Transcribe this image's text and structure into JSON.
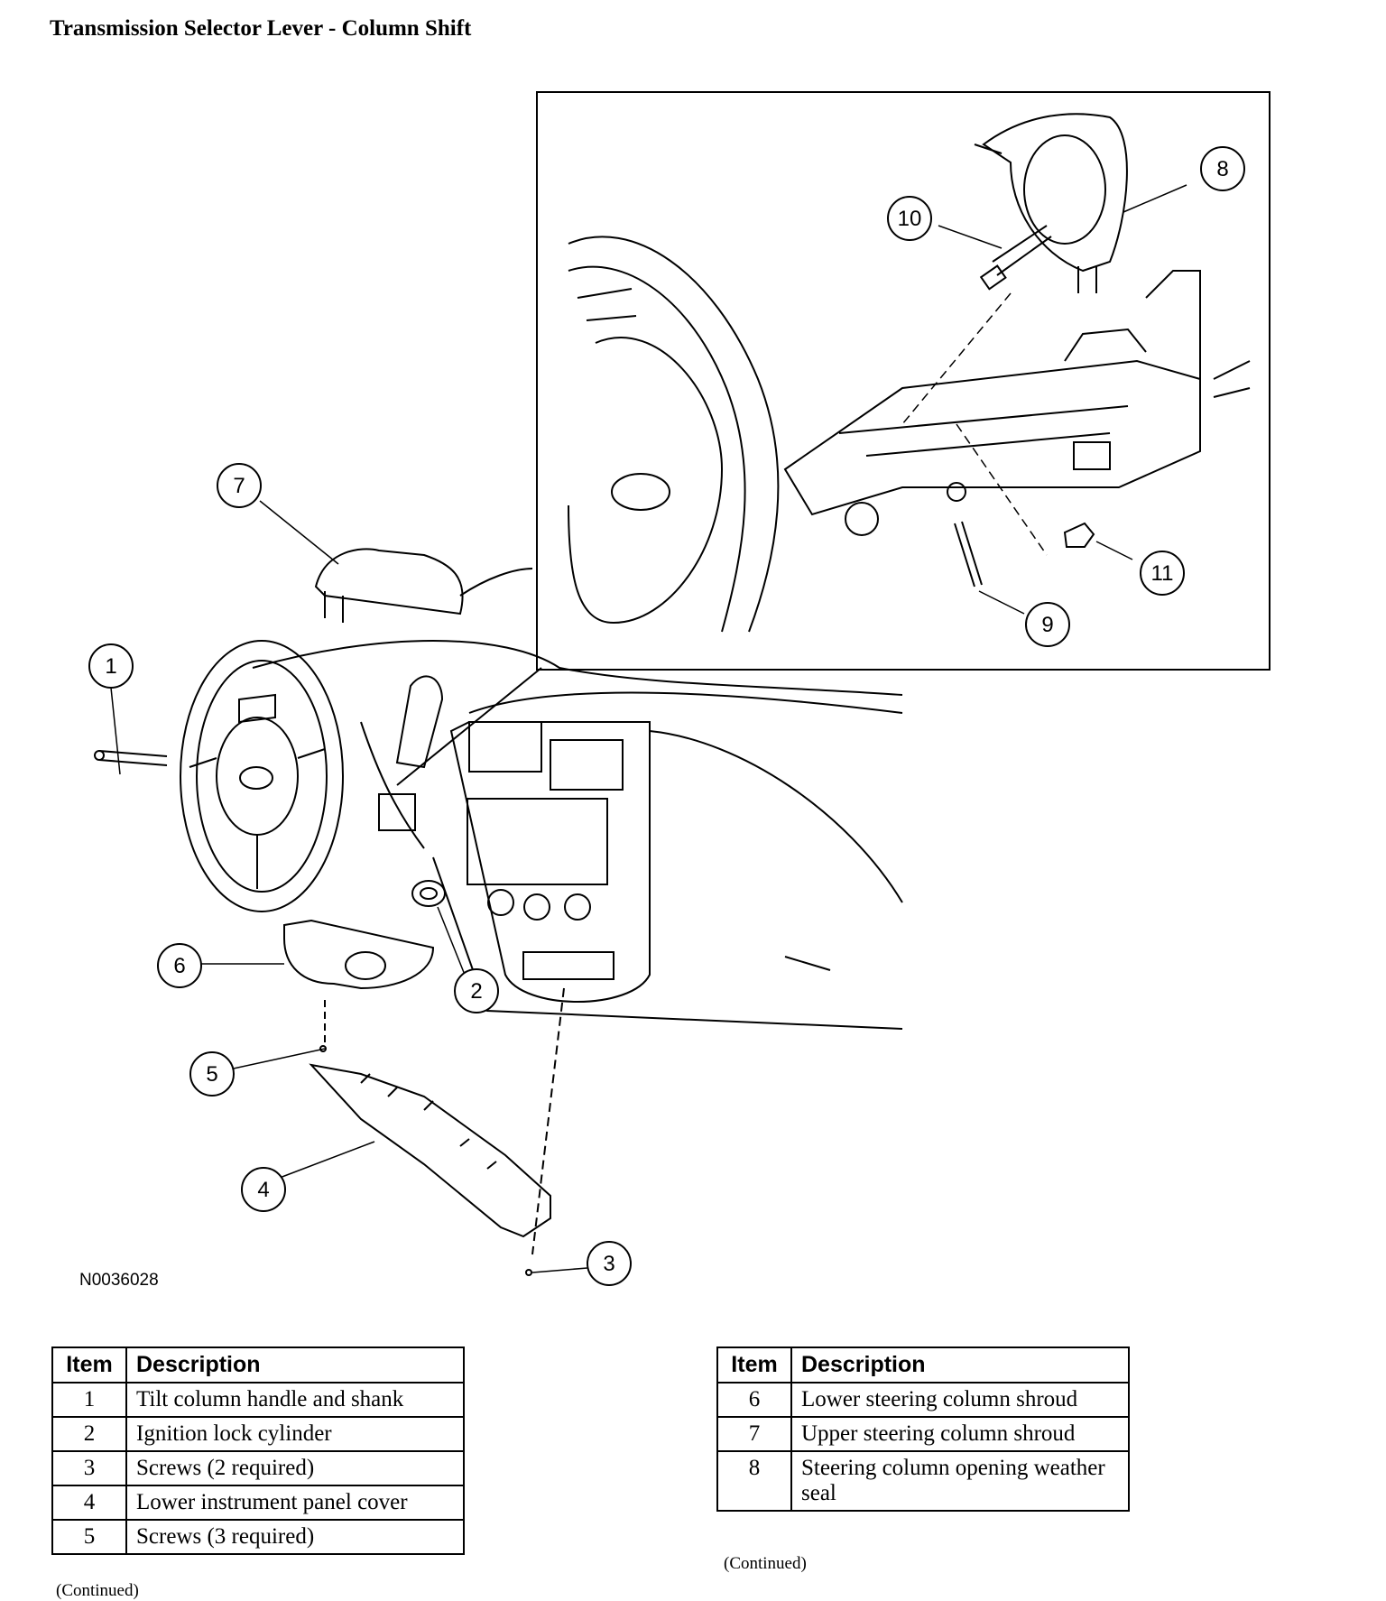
{
  "title": "Transmission Selector Lever - Column Shift",
  "figure_id": "N0036028",
  "callouts": [
    "1",
    "2",
    "3",
    "4",
    "5",
    "6",
    "7",
    "8",
    "9",
    "10",
    "11"
  ],
  "table_headers": {
    "item": "Item",
    "description": "Description"
  },
  "table_left": [
    {
      "item": "1",
      "description": "Tilt column handle and shank"
    },
    {
      "item": "2",
      "description": "Ignition lock cylinder"
    },
    {
      "item": "3",
      "description": "Screws (2 required)"
    },
    {
      "item": "4",
      "description": "Lower instrument panel cover"
    },
    {
      "item": "5",
      "description": "Screws (3 required)"
    }
  ],
  "table_right": [
    {
      "item": "6",
      "description": "Lower steering column shroud"
    },
    {
      "item": "7",
      "description": "Upper steering column shroud"
    },
    {
      "item": "8",
      "description": "Steering column opening weather seal"
    }
  ],
  "continued_left": "(Continued)",
  "continued_right": "(Continued)"
}
